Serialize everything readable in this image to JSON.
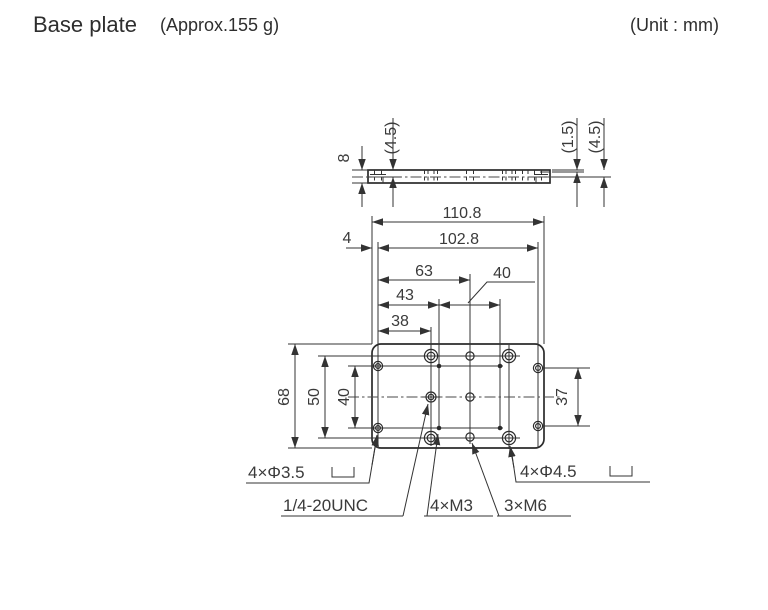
{
  "header": {
    "title": "Base plate",
    "weight_note": "(Approx.155 g)",
    "unit_note": "(Unit : mm)"
  },
  "side_view": {
    "thickness": "8",
    "tab_thickness_left": "(4.5)",
    "step_right": "(1.5)",
    "tab_thickness_right": "(4.5)"
  },
  "top_view": {
    "overall_width": "110.8",
    "body_width": "102.8",
    "side_tab_width": "4",
    "span_63": "63",
    "span_40_h": "40",
    "span_43": "43",
    "span_38": "38",
    "plate_height": "68",
    "span_50": "50",
    "span_40_v": "40",
    "span_37": "37"
  },
  "hole_notes": {
    "phi35": "4×Φ3.5",
    "unc": "1/4-20UNC",
    "m3": "4×M3",
    "m6": "3×M6",
    "phi45": "4×Φ4.5"
  }
}
